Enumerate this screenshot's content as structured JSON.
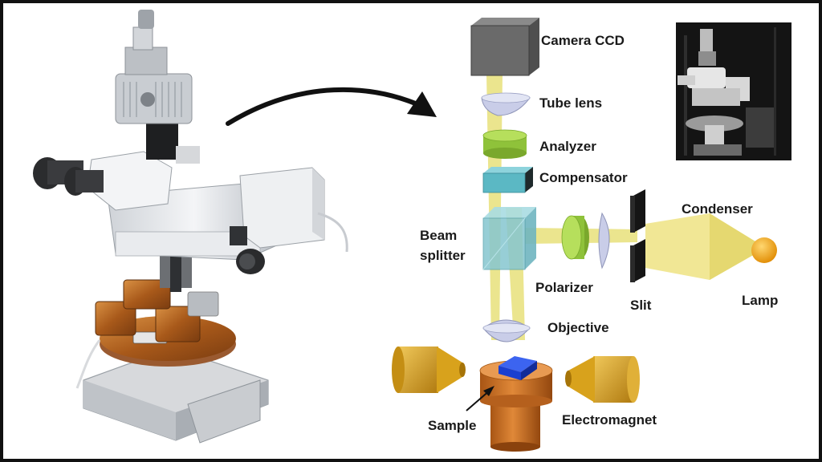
{
  "labels": {
    "camera": "Camera CCD",
    "tube_lens": "Tube lens",
    "analyzer": "Analyzer",
    "compensator": "Compensator",
    "beam_splitter_line1": "Beam",
    "beam_splitter_line2": "splitter",
    "condenser": "Condenser",
    "polarizer": "Polarizer",
    "slit": "Slit",
    "lamp": "Lamp",
    "objective": "Objective",
    "sample": "Sample",
    "electromagnet": "Electromagnet"
  },
  "colors": {
    "beam": "#e8e07a",
    "green": "#9ccc3a",
    "cyan": "#5bb8c4",
    "copper": "#c46a1e",
    "gold": "#d8a21c",
    "sample_blue": "#1a3fd0",
    "camera_gray": "#6a6a6a",
    "lens": "#c9cde8",
    "lamp": "#f0a000"
  },
  "icons": {
    "arrow": "curved-arrow-icon",
    "microscope": "microscope-photo",
    "inset": "setup-photo"
  }
}
